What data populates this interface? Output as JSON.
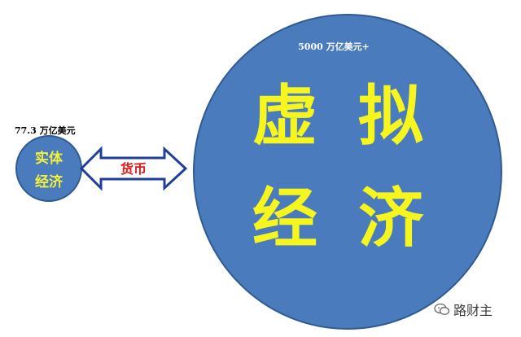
{
  "small_circle": {
    "value_label": "77.3 万亿美元",
    "line1": "实体",
    "line2": "经济",
    "fill": "#4a7bbd",
    "stroke": "#2f5a92"
  },
  "arrow": {
    "label": "货币",
    "fill": "#ffffff",
    "stroke": "#1f3f9a"
  },
  "big_circle": {
    "value_label": "5000 万亿美元+",
    "char1": "虚",
    "char2": "拟",
    "char3": "经",
    "char4": "济",
    "fill": "#4a7bbd",
    "stroke": "#2f5a92"
  },
  "watermark": {
    "text": "路财主",
    "icon": "wechat-icon"
  }
}
